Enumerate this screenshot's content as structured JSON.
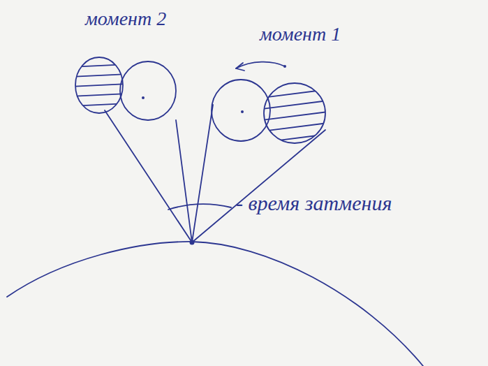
{
  "diagram": {
    "labels": [
      "момент 2",
      "момент 1",
      "- время затмения"
    ]
  }
}
